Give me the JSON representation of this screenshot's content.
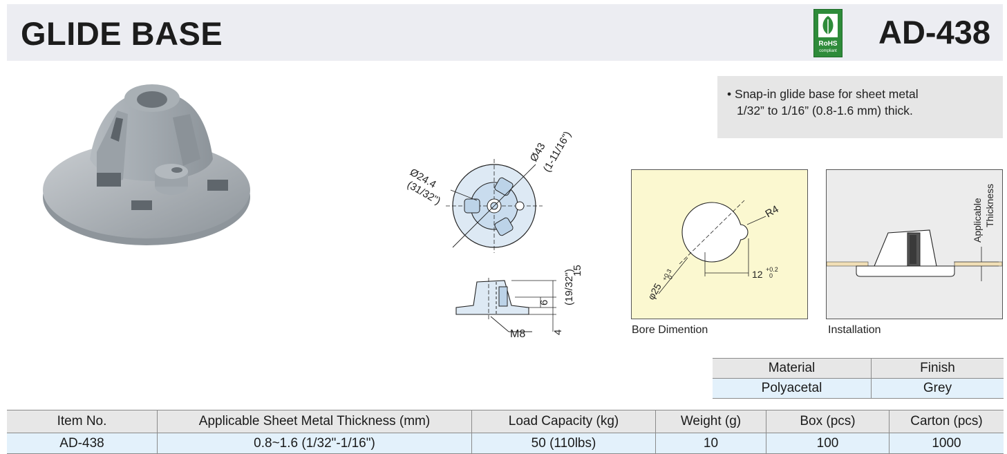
{
  "header": {
    "title": "GLIDE BASE",
    "model": "AD-438"
  },
  "rohs_badge": {
    "text": "RoHS",
    "subtext": "compliant",
    "color": "#2e8b3a",
    "icon": "leaf-icon"
  },
  "description": {
    "bullet": "•",
    "line1": "Snap-in glide base for sheet metal",
    "line2": "1/32” to 1/16” (0.8-1.6 mm) thick."
  },
  "drawing": {
    "dia_inner": "Ø24.4",
    "dia_inner_in": "(31/32\")",
    "dia_outer": "Ø43",
    "dia_outer_in": "(1-11/16\")",
    "height": "15",
    "height_in": "(19/32\")",
    "dim_6": "6",
    "dim_4": "4",
    "thread": "M8"
  },
  "bore": {
    "caption": "Bore Dimention",
    "radius": "R4",
    "offset": "12",
    "offset_tol_top": "+0.2",
    "offset_tol_bot": "0",
    "diameter": "φ25",
    "dia_tol_top": "+0.3",
    "dia_tol_bot": "0",
    "bg_color": "#fbf8d0"
  },
  "installation": {
    "caption": "Installation",
    "label_line1": "Applicable",
    "label_line2": "Thickness",
    "bg_color": "#ececec"
  },
  "material_table": {
    "headers": [
      "Material",
      "Finish"
    ],
    "values": [
      "Polyacetal",
      "Grey"
    ]
  },
  "spec_table": {
    "headers": [
      "Item No.",
      "Applicable Sheet Metal Thickness (mm)",
      "Load Capacity (kg)",
      "Weight (g)",
      "Box (pcs)",
      "Carton (pcs)"
    ],
    "row": [
      "AD-438",
      "0.8~1.6 (1/32\"-1/16\")",
      "50 (110lbs)",
      "10",
      "100",
      "1000"
    ]
  }
}
